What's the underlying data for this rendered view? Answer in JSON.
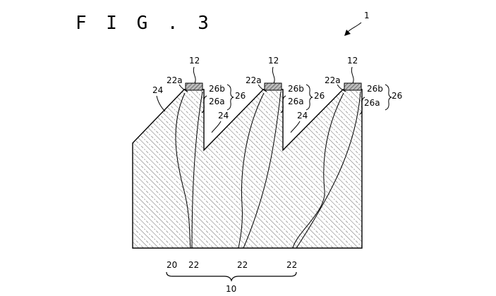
{
  "figure": {
    "title": "F I G . 3",
    "ref_device": "1",
    "labels": {
      "tip1": "12",
      "tip2": "12",
      "tip3": "12",
      "a1": "22a",
      "a2": "22a",
      "a3": "22a",
      "b1": "26b",
      "b2": "26b",
      "b3": "26b",
      "c1": "26a",
      "c2": "26a",
      "c3": "26a",
      "g1": "26",
      "g2": "26",
      "g3": "26",
      "s1": "24",
      "s2": "24",
      "s3": "24",
      "base": "20",
      "r1": "22",
      "r2": "22",
      "r3": "22",
      "assembly": "10"
    }
  }
}
